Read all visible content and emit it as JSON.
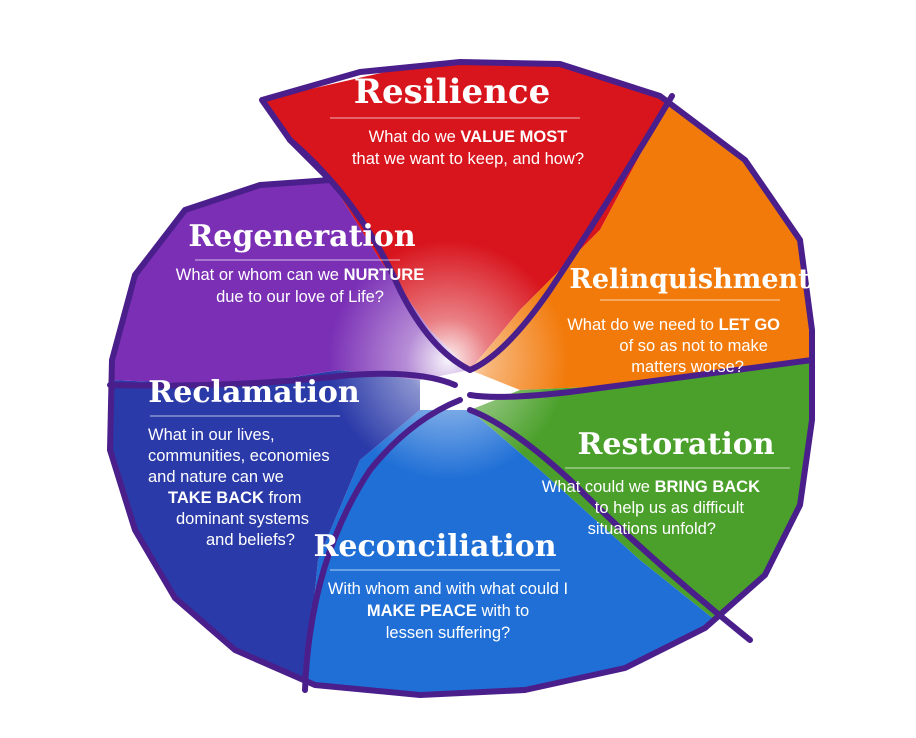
{
  "colors": {
    "outline": "#4a1f8c",
    "resilience": "#d8141d",
    "relinquishment": "#f27a0b",
    "restoration": "#4aa02a",
    "reconciliation": "#1f6fd6",
    "reclamation": "#2a3aa8",
    "regeneration": "#7a2fb5"
  },
  "segments": [
    {
      "id": "resilience",
      "title": "Resilience",
      "lines": [
        [
          {
            "t": "What do we ",
            "em": false
          },
          {
            "t": "VALUE MOST",
            "em": true
          }
        ],
        [
          {
            "t": "that we want to keep, and how?",
            "em": false
          }
        ]
      ]
    },
    {
      "id": "relinquishment",
      "title": "Relinquishment",
      "lines": [
        [
          {
            "t": "What do we need to ",
            "em": false
          },
          {
            "t": "LET GO",
            "em": true
          }
        ],
        [
          {
            "t": "of so as not to make",
            "em": false
          }
        ],
        [
          {
            "t": "matters worse?",
            "em": false
          }
        ]
      ]
    },
    {
      "id": "restoration",
      "title": "Restoration",
      "lines": [
        [
          {
            "t": "What could we ",
            "em": false
          },
          {
            "t": "BRING BACK",
            "em": true
          }
        ],
        [
          {
            "t": "to help us as difficult",
            "em": false
          }
        ],
        [
          {
            "t": "situations unfold?",
            "em": false
          }
        ]
      ]
    },
    {
      "id": "reconciliation",
      "title": "Reconciliation",
      "lines": [
        [
          {
            "t": "With whom and with what could I",
            "em": false
          }
        ],
        [
          {
            "t": "MAKE PEACE",
            "em": true
          },
          {
            "t": " with to",
            "em": false
          }
        ],
        [
          {
            "t": "lessen suffering?",
            "em": false
          }
        ]
      ]
    },
    {
      "id": "reclamation",
      "title": "Reclamation",
      "lines": [
        [
          {
            "t": "What in our lives,",
            "em": false
          }
        ],
        [
          {
            "t": "communities, economies",
            "em": false
          }
        ],
        [
          {
            "t": "and nature can we",
            "em": false
          }
        ],
        [
          {
            "t": "TAKE BACK",
            "em": true
          },
          {
            "t": " from",
            "em": false
          }
        ],
        [
          {
            "t": "dominant systems",
            "em": false
          }
        ],
        [
          {
            "t": "and beliefs?",
            "em": false
          }
        ]
      ]
    },
    {
      "id": "regeneration",
      "title": "Regeneration",
      "lines": [
        [
          {
            "t": "What or whom can we ",
            "em": false
          },
          {
            "t": "NURTURE",
            "em": true
          }
        ],
        [
          {
            "t": "due to our love of Life?",
            "em": false
          }
        ]
      ]
    }
  ]
}
